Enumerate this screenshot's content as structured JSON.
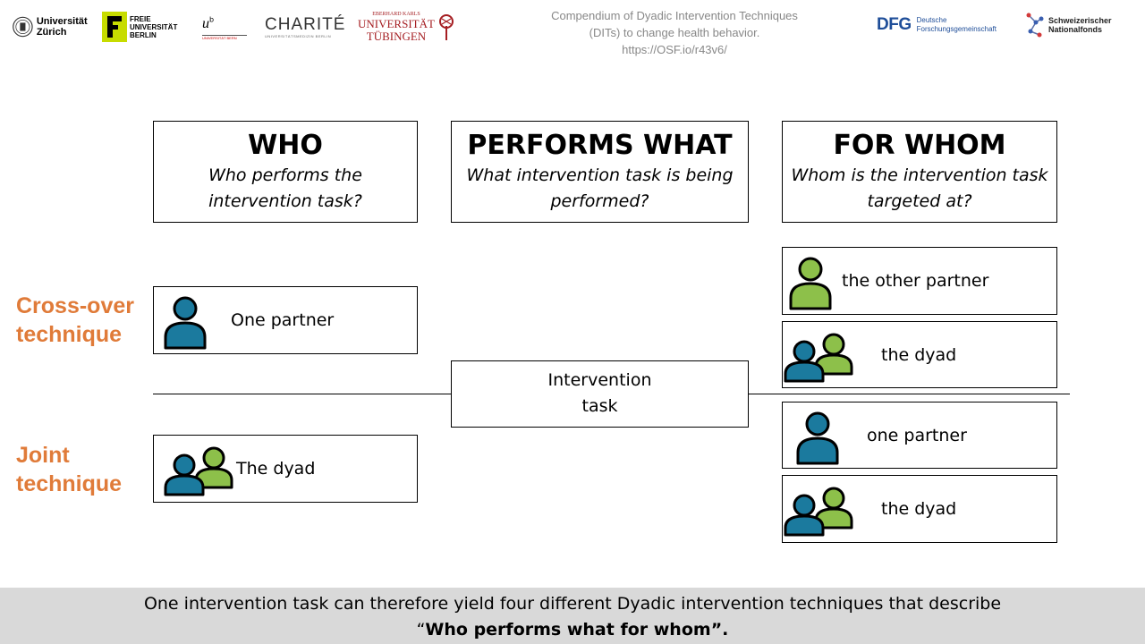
{
  "logos": {
    "uzh": "Universität Zürich",
    "fu": "FREIE UNIVERSITÄT BERLIN",
    "ub": "u",
    "ub_sup": "b",
    "ub_small": "UNIVERSITÄT BERN",
    "charite": "CHARITÉ",
    "charite_small": "UNIVERSITÄTSMEDIZIN BERLIN",
    "tuebingen_small": "EBERHARD KARLS",
    "tuebingen_big1": "UNIVERSITÄT",
    "tuebingen_big2": "TÜBINGEN",
    "dfg": "DFG",
    "dfg_line1": "Deutsche",
    "dfg_line2": "Forschungsgemeinschaft",
    "snf_line1": "Schweizerischer",
    "snf_line2": "Nationalfonds"
  },
  "citation": {
    "line1": "Compendium  of Dyadic Intervention  Techniques",
    "line2": "(DITs) to change health behavior.",
    "line3": "https://OSF.io/r43v6/"
  },
  "columns": [
    {
      "title": "WHO",
      "subtitle": "Who performs the intervention task?"
    },
    {
      "title": "PERFORMS WHAT",
      "subtitle": "What intervention task is being performed?"
    },
    {
      "title": "FOR WHOM",
      "subtitle": "Whom is the intervention task targeted at?"
    }
  ],
  "rows": {
    "crossover": {
      "label_line1": "Cross-over",
      "label_line2": "technique"
    },
    "joint": {
      "label_line1": "Joint",
      "label_line2": "technique"
    }
  },
  "who": {
    "crossover": "One partner",
    "joint": "The dyad"
  },
  "task": {
    "line1": "Intervention",
    "line2": "task"
  },
  "for_whom": [
    {
      "label": "the other partner",
      "icon": "person-green-icon"
    },
    {
      "label": "the dyad",
      "icon": "dyad-icon"
    },
    {
      "label": "one partner",
      "icon": "person-blue-icon"
    },
    {
      "label": "the dyad",
      "icon": "dyad-icon"
    }
  ],
  "footer": {
    "line1": "One intervention task can therefore yield four different Dyadic intervention techniques that describe",
    "line2_open": "“",
    "line2_bold": "Who performs what for whom",
    "line2_close": "”."
  },
  "colors": {
    "accent_orange": "#e07b39",
    "person_blue": "#1b7a9e",
    "person_green": "#8dc04a",
    "footer_bg": "#d9d9d9",
    "citation_gray": "#888888"
  }
}
